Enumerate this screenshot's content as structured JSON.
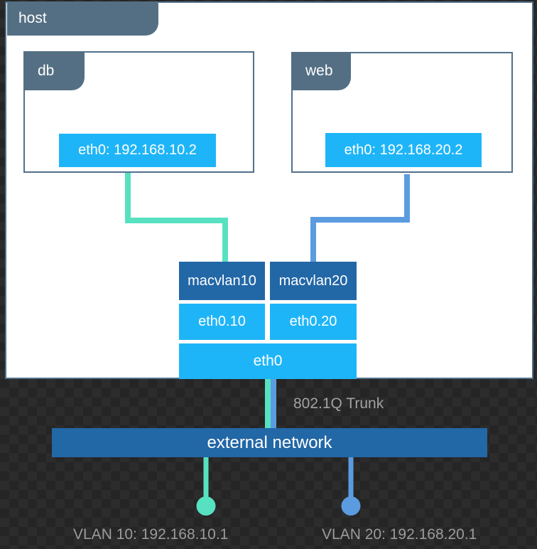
{
  "colors": {
    "bg-dark": "#252525",
    "bg-dark-alt": "#2c2c2c",
    "slate": "#546f83",
    "slate-border": "#52708a",
    "bright-blue": "#1eb5f8",
    "dark-blue": "#2267a6",
    "teal": "#57e1c1",
    "link-blue": "#5b9ce0",
    "muted-text": "#a2a2a2",
    "white-text": "#ffffff"
  },
  "host": {
    "label": "host"
  },
  "containers": [
    {
      "label": "db",
      "interface_label": "eth0: 192.168.10.2"
    },
    {
      "label": "web",
      "interface_label": "eth0: 192.168.20.2"
    }
  ],
  "host_interfaces": {
    "macvlan10": "macvlan10",
    "macvlan20": "macvlan20",
    "vlan_subif_10": "eth0.10",
    "vlan_subif_20": "eth0.20",
    "parent_if": "eth0"
  },
  "trunk": {
    "label": "802.1Q Trunk"
  },
  "external_network": {
    "label": "external network"
  },
  "vlans": [
    {
      "label": "VLAN 10: 192.168.10.1"
    },
    {
      "label": "VLAN 20: 192.168.20.1"
    }
  ]
}
